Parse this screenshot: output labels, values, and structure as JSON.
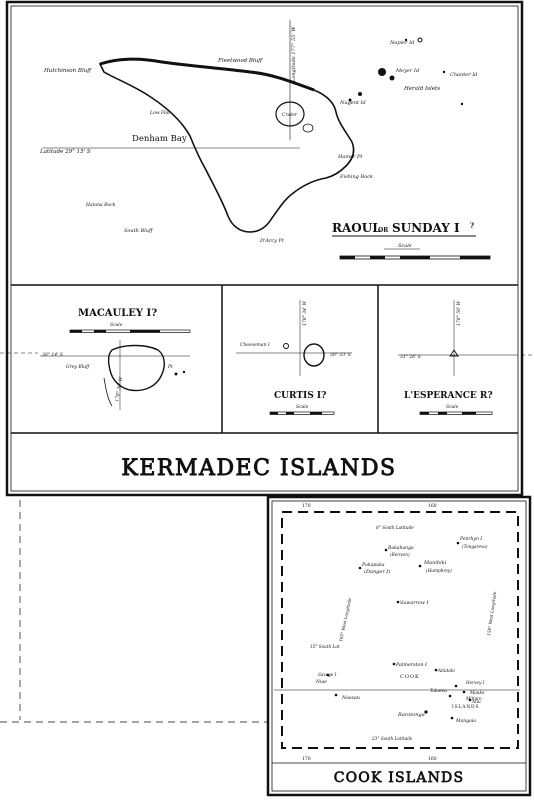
{
  "kermadec": {
    "banner": "KERMADEC ISLANDS",
    "raoul": {
      "title_main": "RAOUL",
      "title_or": "OR",
      "title_name": "SUNDAY I",
      "title_suffix": "?",
      "scale": "Scale",
      "bay": "Denham Bay",
      "labels": {
        "northwest_bluff": "Hutchinson Bluff",
        "north_bluff": "Fleetwood Bluff",
        "crater": "Crater",
        "rocks_north": "Napier Id",
        "meyer": "Meyer Id",
        "herald_islets": "Herald Islets",
        "south_bluff": "South Bluff",
        "chanter": "Chanter Id",
        "longitude": "Longitude 177° 55' W",
        "latitude": "Latitude 29° 15' S",
        "d_arcy": "D'Arcy Pt",
        "hamer": "Hamer Pt",
        "fishing_rock": "Fishing Rock",
        "nugent": "Nugent Id",
        "low_flat": "Low Flat",
        "west_rock": "Hatana Rock"
      }
    },
    "macauley": {
      "title": "MACAULEY I?",
      "scale": "Scale",
      "labels": {
        "lat": "30° 14' S",
        "long": "178° 30' W",
        "pt": "Pt",
        "bluff": "Grey Bluff"
      }
    },
    "curtis": {
      "title": "CURTIS I?",
      "scale": "Scale",
      "labels": {
        "lat": "30° 33' S",
        "long": "178° 34' W",
        "left": "Cheeseman I"
      }
    },
    "esperance": {
      "title": "L'ESPERANCE R?",
      "scale": "Scale",
      "labels": {
        "lat": "31° 26' S",
        "long": "178° 56' W"
      }
    }
  },
  "cook": {
    "banner": "COOK ISLANDS",
    "top_ticks": [
      "170",
      "160"
    ],
    "bottom_ticks": [
      "170",
      "160"
    ],
    "islands": {
      "n_south_lat": "8° South Latitude",
      "penrhyn": "Penrhyn I",
      "tongareva": "(Tongareva)",
      "rakahanga": "Rakahanga",
      "reirson": "(Reirson)",
      "manihiki": "Manihiki",
      "humphrey": "(Humphrey)",
      "pukapuka": "Pukapuka",
      "danger": "(Danger I)",
      "suwarrow": "Suwarrow I",
      "long165": "165° West Longitude",
      "long158": "158° West Longitude",
      "s_lat_mid": "15° South Lat",
      "nassau": "Nassau",
      "palmerston": "Palmerston I",
      "savage": "Savage I",
      "aitutaki": "Aitutaki",
      "hervey": "Hervey I",
      "niue": "Niue",
      "cook_word": "COOK",
      "islands_word": "ISLANDS",
      "mauke": "Mauke",
      "mitiaro": "Mitiaro",
      "atiu": "Atiu",
      "takutea": "Takutea",
      "rarotonga": "Rarotonga",
      "mangaia": "Mangaia",
      "s_lat_bottom": "23° South Latitude"
    }
  }
}
